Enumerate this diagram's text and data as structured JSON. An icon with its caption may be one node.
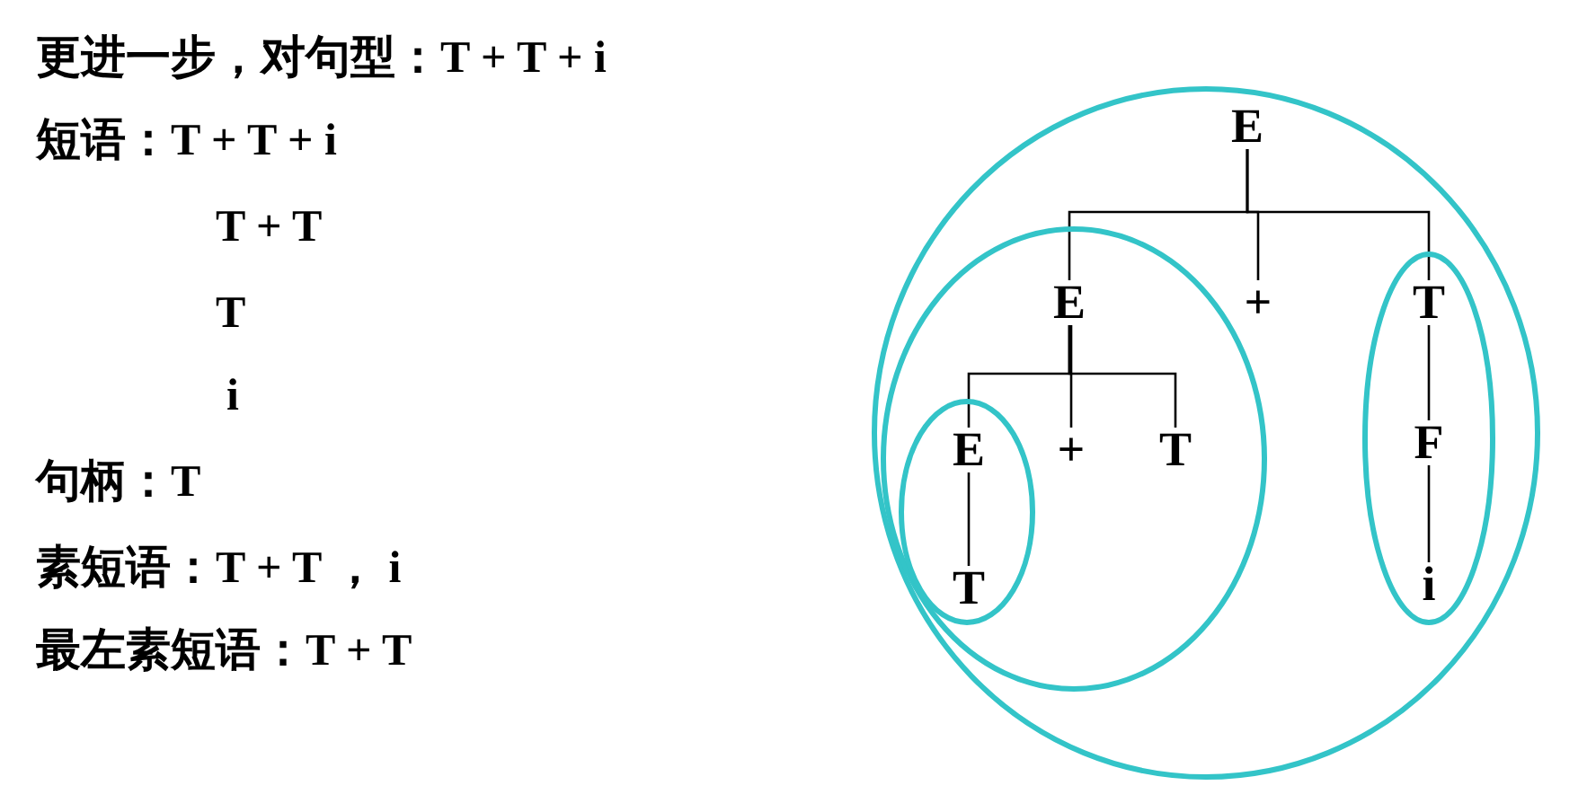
{
  "diagram": {
    "nodes": [
      {
        "text": [],
        "shape": "ellipse"
      },
      {
        "text": [
          "E"
        ],
        "in": 0
      },
      {
        "text": [],
        "shape": "ellipse",
        "in": 0
      },
      {
        "text": [
          "E"
        ],
        "in": 2
      },
      {
        "text": [
          "+"
        ],
        "in": 0
      },
      {
        "text": [],
        "shape": "ellipse",
        "in": 0
      },
      {
        "text": [
          "T"
        ],
        "in": 5
      },
      {
        "text": [],
        "shape": "ellipse",
        "in": 2
      },
      {
        "text": [
          "E"
        ],
        "in": 7
      },
      {
        "text": [
          "+"
        ],
        "in": 2
      },
      {
        "text": [
          "T"
        ],
        "in": 2
      },
      {
        "text": [
          "F"
        ],
        "in": 5
      },
      {
        "text": [
          "T"
        ],
        "in": 7
      },
      {
        "text": [
          "i"
        ],
        "in": 5
      }
    ],
    "edges": [
      {
        "from": 1,
        "to": 3,
        "arrow": "none"
      },
      {
        "from": 1,
        "to": 4,
        "arrow": "none"
      },
      {
        "from": 1,
        "to": 6,
        "arrow": "none"
      },
      {
        "from": 3,
        "to": 8,
        "arrow": "none"
      },
      {
        "from": 3,
        "to": 9,
        "arrow": "none"
      },
      {
        "from": 3,
        "to": 10,
        "arrow": "none"
      },
      {
        "from": 8,
        "to": 12,
        "arrow": "none"
      },
      {
        "from": 6,
        "to": 11,
        "arrow": "none"
      },
      {
        "from": 11,
        "to": 13,
        "arrow": "none"
      }
    ],
    "labels": [
      "更进一步，对句型：T + T + i",
      "短语：T + T + i",
      "T + T",
      "T",
      "i",
      "句柄：T",
      "素短语：T + T ， i",
      "最左素短语：T + T"
    ]
  }
}
